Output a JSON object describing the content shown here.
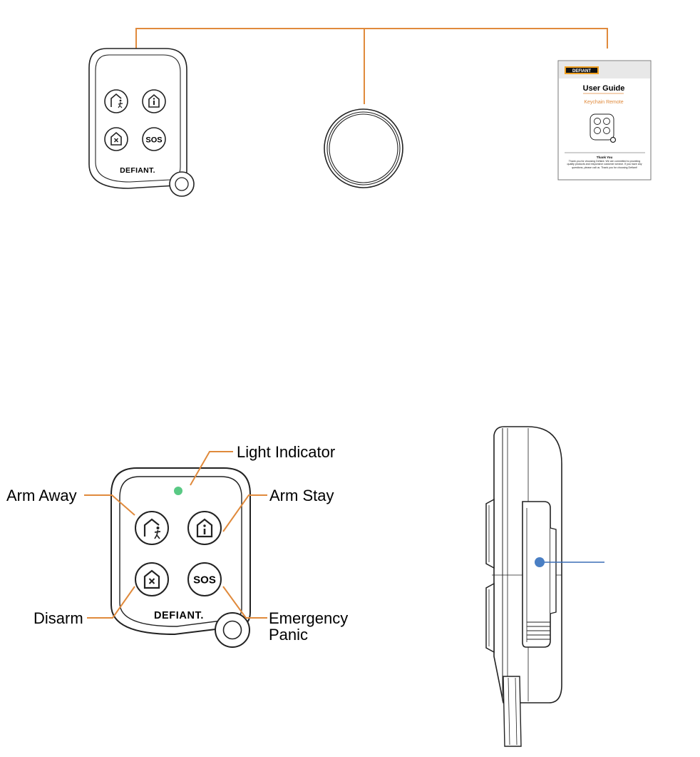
{
  "colors": {
    "leader": "#e08a3c",
    "outline": "#222222",
    "indicator": "#3cc06e",
    "pointer": "#3b6fb6",
    "pointer_dot": "#4a7fc4",
    "guide_brand": "#f0a020",
    "guide_subtitle": "#e08a3c"
  },
  "package_contents": {
    "remote_brand": "DEFIANT.",
    "remote_sos": "SOS",
    "guide": {
      "brand": "DEFIANT",
      "title": "User Guide",
      "subtitle": "Keychain Remote",
      "footer_title": "Thank You",
      "footer_text": "Thank you for choosing Defiant. We are committed to providing quality products and responsive customer service. If you have any questions, please call us. Thank you for choosing Defiant!"
    }
  },
  "remote_diagram": {
    "brand": "DEFIANT.",
    "sos_button": "SOS",
    "labels": {
      "light_indicator": "Light Indicator",
      "arm_away": "Arm Away",
      "arm_stay": "Arm Stay",
      "disarm": "Disarm",
      "emergency_line1": "Emergency",
      "emergency_line2": "Panic"
    }
  },
  "icons": [
    "house-person-icon",
    "house-info-icon",
    "house-x-icon",
    "sos-icon",
    "ring-icon",
    "indicator-light-icon"
  ]
}
